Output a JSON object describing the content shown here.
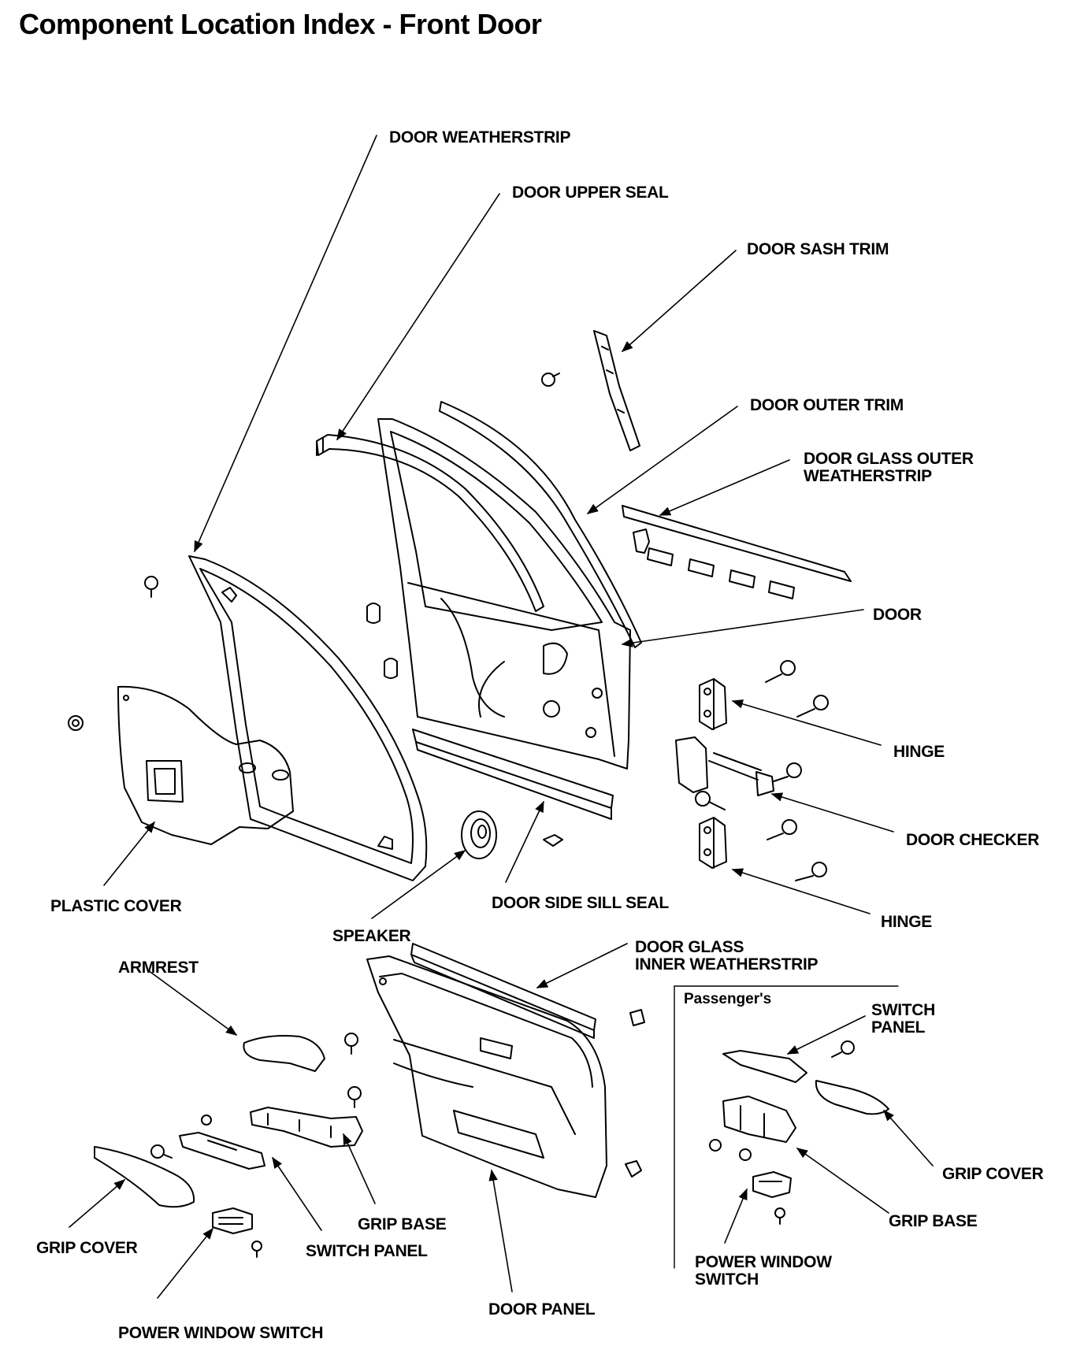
{
  "title": "Component Location Index - Front Door",
  "labels": {
    "door_weatherstrip": "DOOR WEATHERSTRIP",
    "door_upper_seal": "DOOR UPPER SEAL",
    "door_sash_trim": "DOOR SASH TRIM",
    "door_outer_trim": "DOOR OUTER TRIM",
    "door_glass_outer_weatherstrip_1": "DOOR GLASS OUTER",
    "door_glass_outer_weatherstrip_2": "WEATHERSTRIP",
    "door": "DOOR",
    "hinge_upper": "HINGE",
    "door_checker": "DOOR CHECKER",
    "hinge_lower": "HINGE",
    "plastic_cover": "PLASTIC COVER",
    "door_side_sill_seal": "DOOR SIDE SILL SEAL",
    "speaker": "SPEAKER",
    "door_glass_inner_weatherstrip_1": "DOOR GLASS",
    "door_glass_inner_weatherstrip_2": "INNER WEATHERSTRIP",
    "armrest": "ARMREST",
    "grip_cover_left": "GRIP COVER",
    "switch_panel_left": "SWITCH PANEL",
    "grip_base_left": "GRIP BASE",
    "power_window_switch_left": "POWER WINDOW SWITCH",
    "door_panel": "DOOR PANEL",
    "switch_panel_right_1": "SWITCH",
    "switch_panel_right_2": "PANEL",
    "grip_cover_right": "GRIP COVER",
    "grip_base_right": "GRIP BASE",
    "power_window_switch_right_1": "POWER WINDOW",
    "power_window_switch_right_2": "SWITCH"
  },
  "inset": {
    "heading": "Passenger's"
  }
}
